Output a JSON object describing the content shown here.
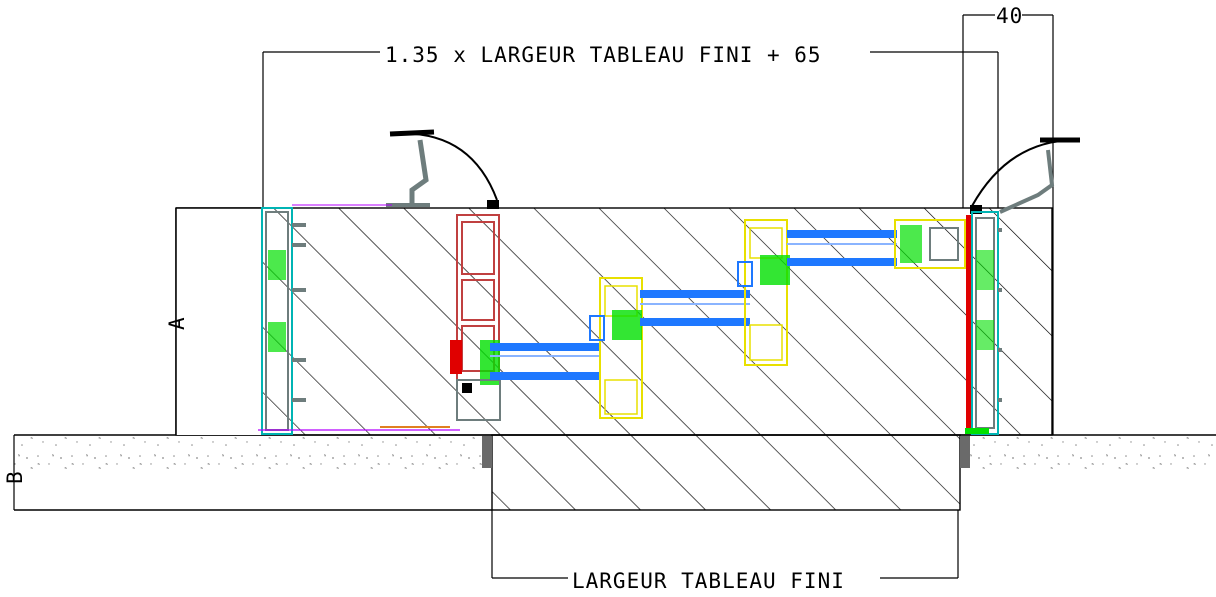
{
  "drawing": {
    "dimension_total": "1.35 x LARGEUR TABLEAU FINI + 65",
    "dimension_offset": "40",
    "dimension_height_a": "A",
    "dimension_height_b": "B",
    "dimension_opening": "LARGEUR TABLEAU FINI"
  },
  "colors": {
    "line": "#000000",
    "aluminium": "#6e7d7d",
    "cyan": "#00b4b4",
    "blue": "#1e78ff",
    "green": "#00e000",
    "yellow": "#e8e000",
    "red": "#e00000",
    "brown": "#a0522d",
    "purple": "#b400ff",
    "gravel": "#9a9a9a",
    "rail_fill": "#6a6a6a"
  }
}
